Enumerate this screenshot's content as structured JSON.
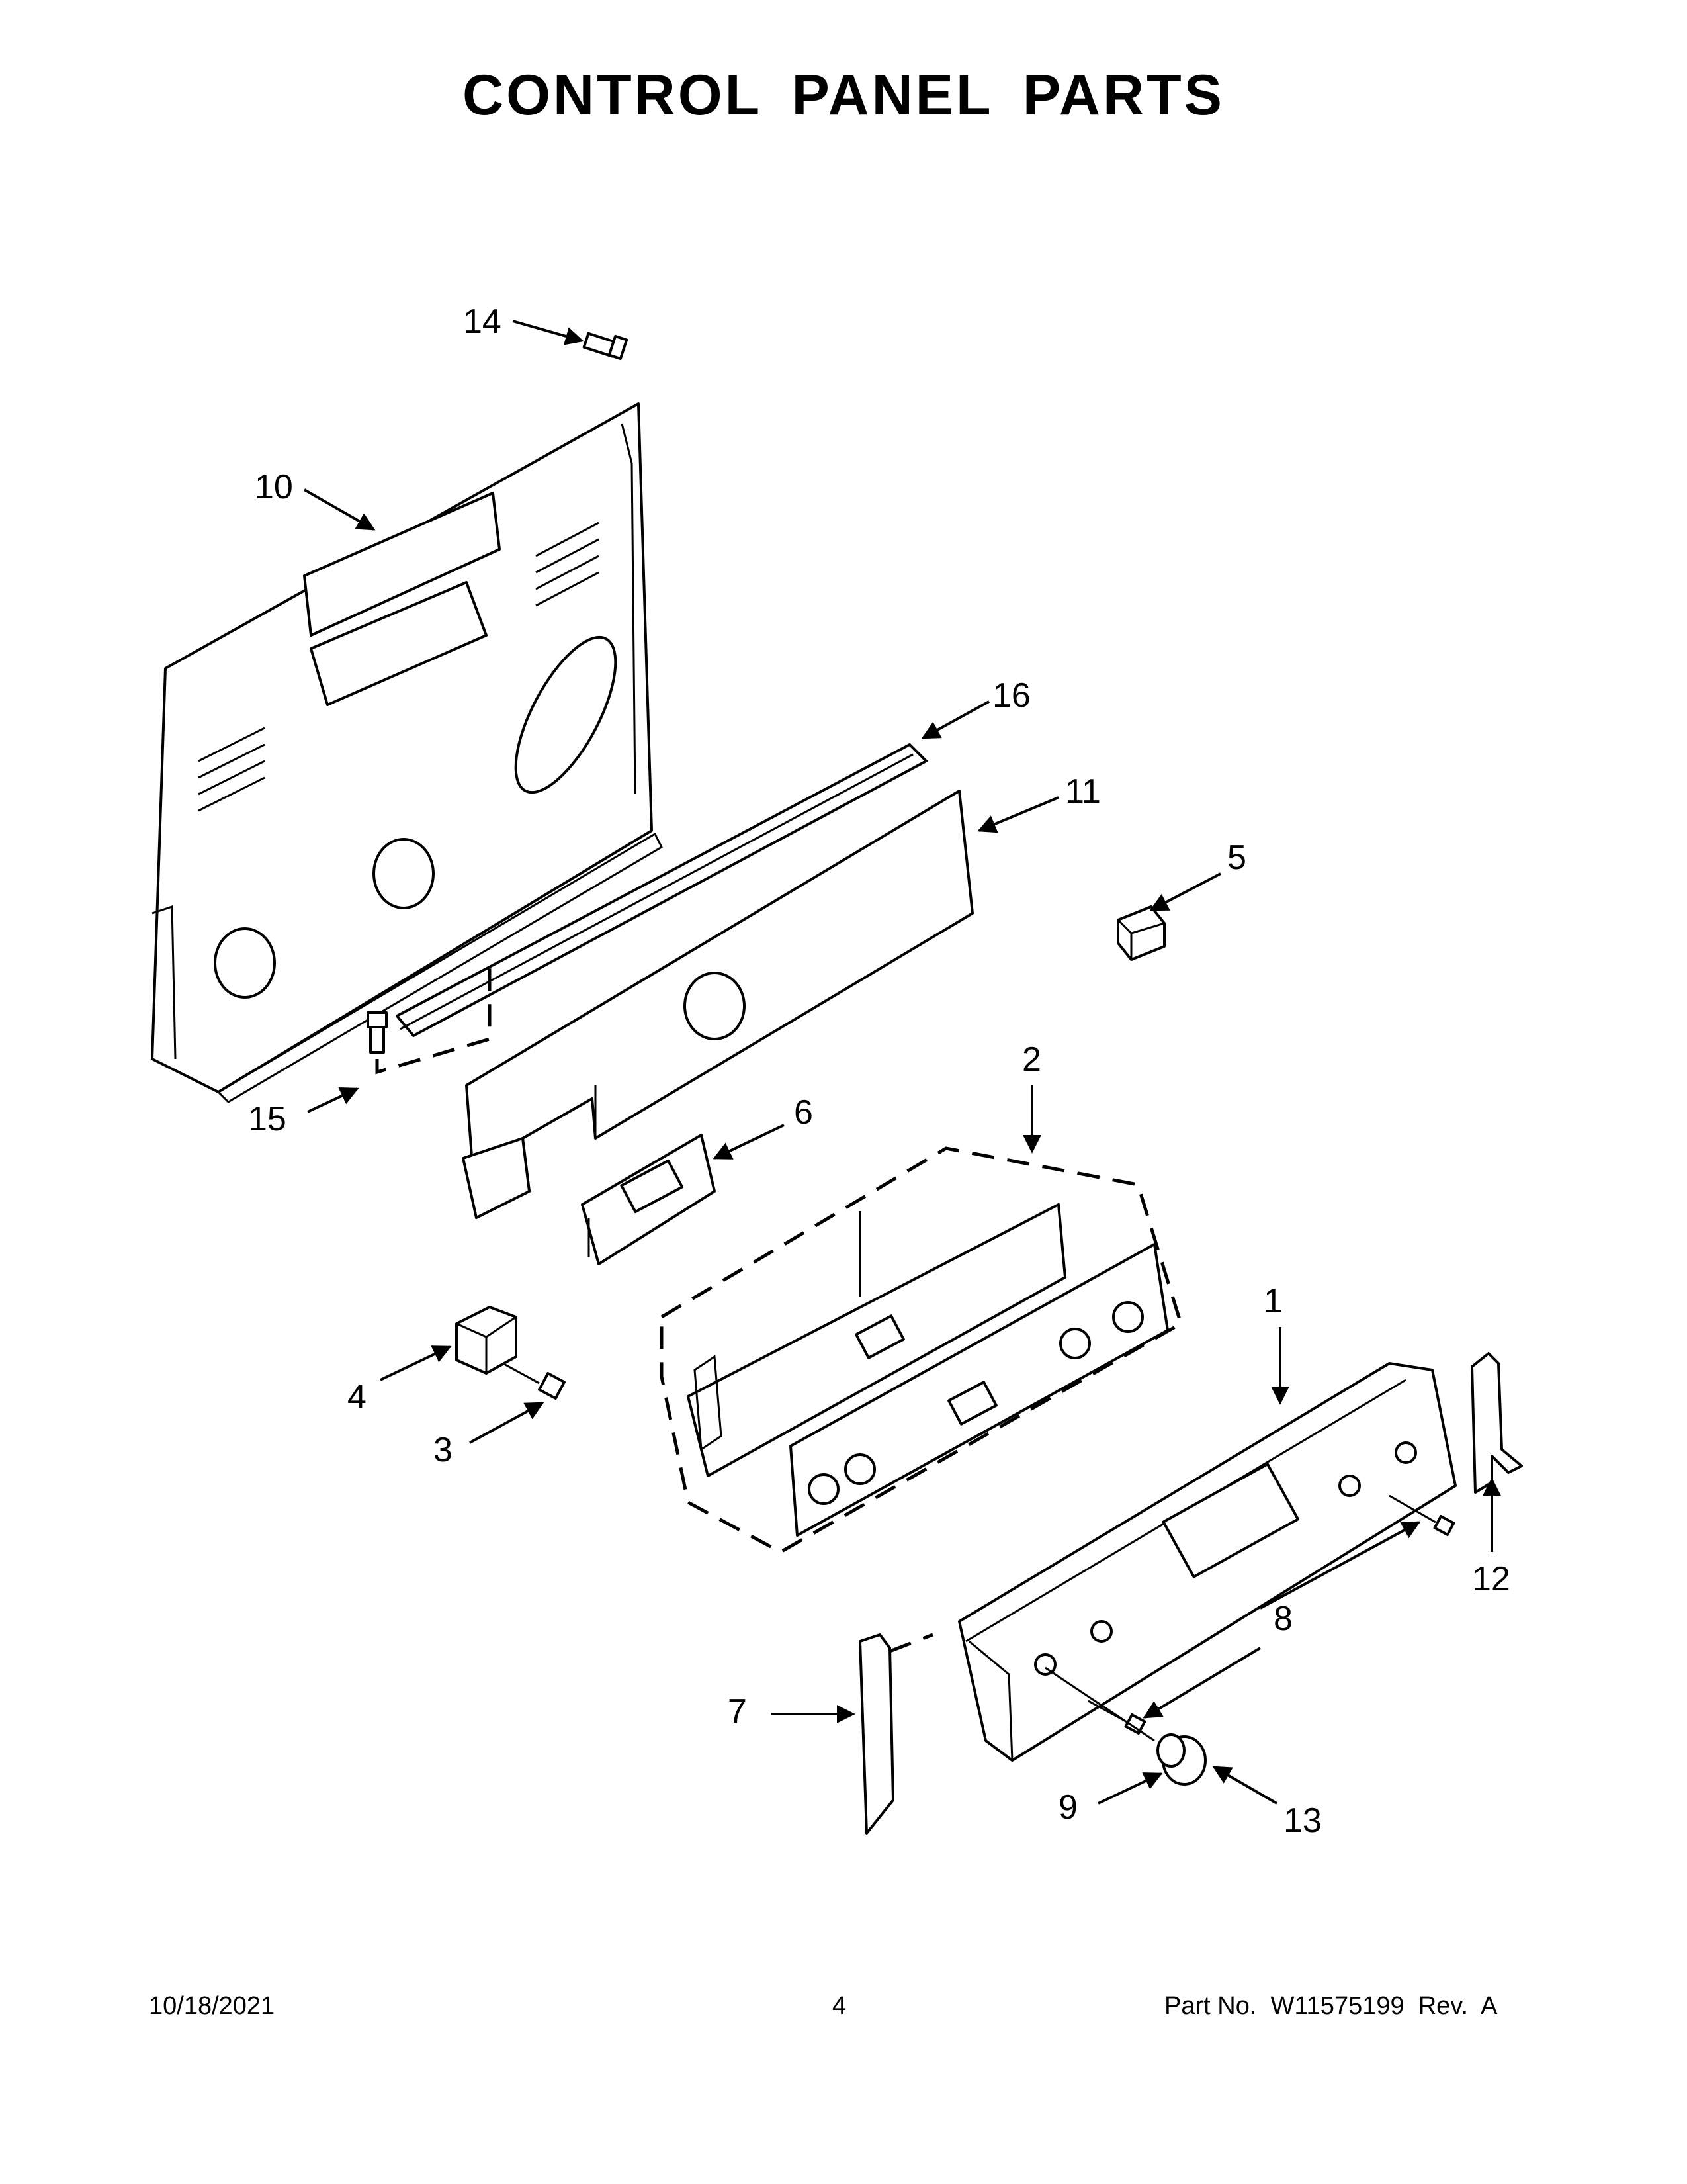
{
  "header": {
    "title": "CONTROL PANEL PARTS"
  },
  "callouts": {
    "c1": "1",
    "c2": "2",
    "c3": "3",
    "c4": "4",
    "c5": "5",
    "c6": "6",
    "c7": "7",
    "c8": "8",
    "c9": "9",
    "c10": "10",
    "c11": "11",
    "c12": "12",
    "c13": "13",
    "c14": "14",
    "c15": "15",
    "c16": "16"
  },
  "footer": {
    "date": "10/18/2021",
    "page": "4",
    "part_no": "Part No.  W11575199  Rev.  A"
  }
}
